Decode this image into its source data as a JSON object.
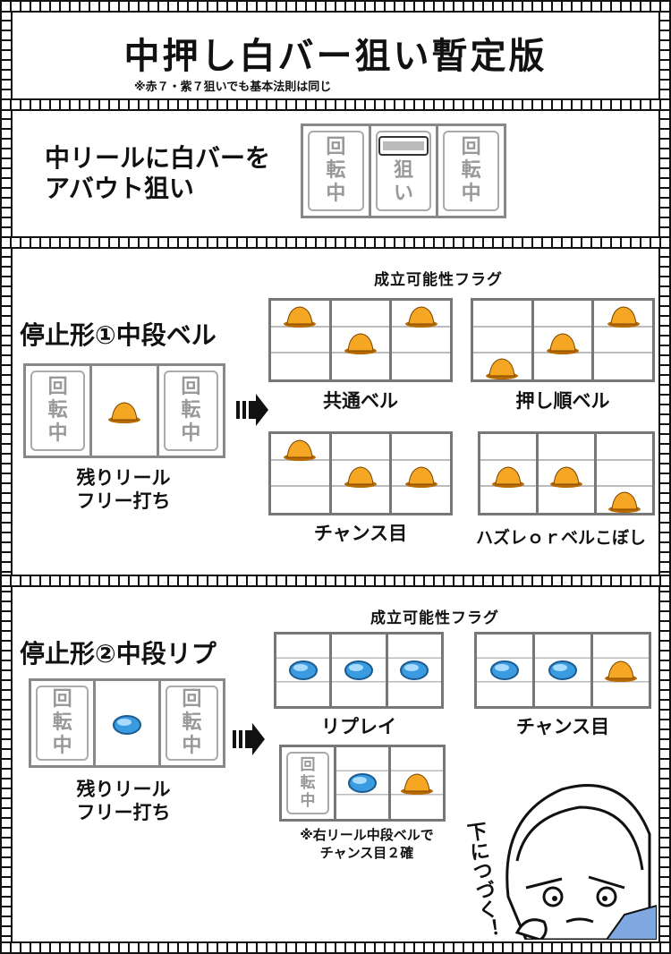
{
  "header": {
    "title": "中押し白バー狙い暫定版",
    "subtitle": "※赤７・紫７狙いでも基本法則は同じ"
  },
  "aim": {
    "text_line1": "中リールに白バーを",
    "text_line2": "アバウト狙い",
    "spin_label": [
      "回",
      "転",
      "中"
    ],
    "aim_label": [
      "狙",
      "い"
    ]
  },
  "stop1": {
    "title": "停止形①中段ベル",
    "note_line1": "残りリール",
    "note_line2": "フリー打ち",
    "flags_header": "成立可能性フラグ",
    "outcomes": [
      "共通ベル",
      "押し順ベル",
      "チャンス目",
      "ハズレｏｒベルこぼし"
    ]
  },
  "stop2": {
    "title": "停止形②中段リプ",
    "note_line1": "残りリール",
    "note_line2": "フリー打ち",
    "flags_header": "成立可能性フラグ",
    "outcomes": [
      "リプレイ",
      "チャンス目"
    ],
    "footnote_line1": "※右リール中段ベルで",
    "footnote_line2": "チャンス目２確"
  },
  "mascot": {
    "speech": "下につづく！"
  },
  "icons": {
    "bell": "bell-icon",
    "replay": "replay-icon",
    "white_bar": "white-bar-icon",
    "arrow": "right-arrow-icon"
  }
}
